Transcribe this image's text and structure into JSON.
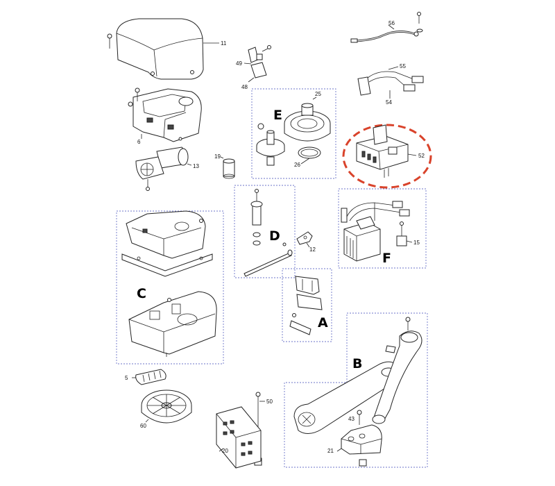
{
  "colors": {
    "group_border": "#6b73c9",
    "highlight": "#d9432b",
    "line": "#222222"
  },
  "part_numbers": {
    "p11": "11",
    "p6": "6",
    "p13": "13",
    "p19": "19",
    "p49": "49",
    "p48": "48",
    "p25": "25",
    "p26": "26",
    "p56": "56",
    "p55": "55",
    "p54": "54",
    "p52": "52",
    "p12": "12",
    "p15": "15",
    "p5": "5",
    "p60": "60",
    "p50": "50",
    "p20": "20",
    "p43": "43",
    "p21": "21"
  },
  "groups": {
    "A": "A",
    "B": "B",
    "C": "C",
    "D": "D",
    "E": "E",
    "F": "F"
  }
}
